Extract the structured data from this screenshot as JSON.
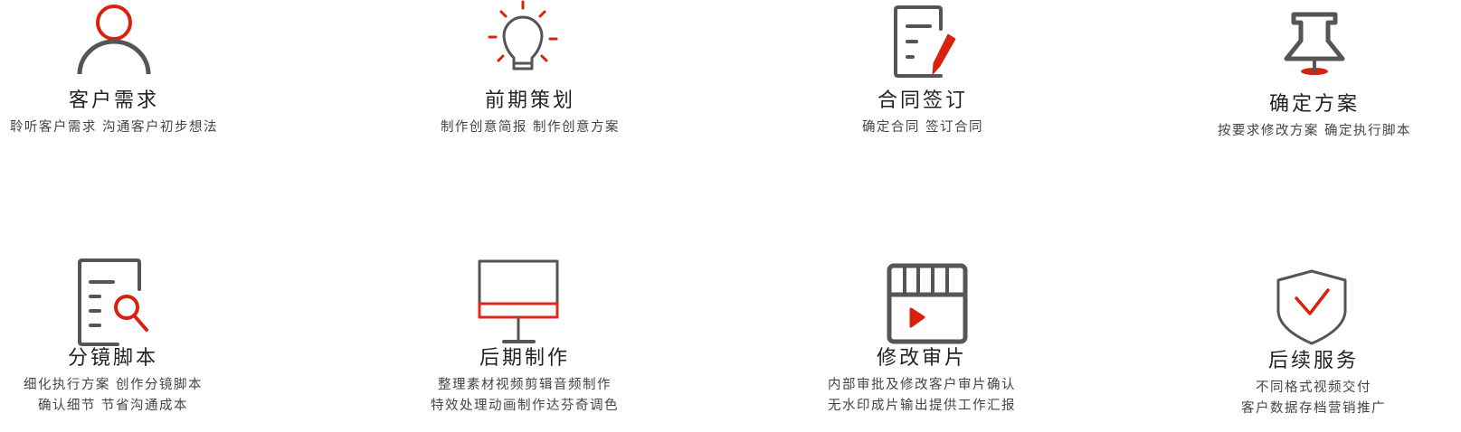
{
  "colors": {
    "accent": "#d9210f",
    "icon_gray": "#555555",
    "title": "#222222",
    "text": "#444444"
  },
  "steps": [
    {
      "icon": "user-icon",
      "title": "客户需求",
      "lines": [
        "聆听客户需求  沟通客户初步想法"
      ]
    },
    {
      "icon": "lightbulb-icon",
      "title": "前期策划",
      "lines": [
        "制作创意简报  制作创意方案"
      ]
    },
    {
      "icon": "contract-sign-icon",
      "title": "合同签订",
      "lines": [
        "确定合同  签订合同"
      ]
    },
    {
      "icon": "pushpin-icon",
      "title": "确定方案",
      "lines": [
        "按要求修改方案 确定执行脚本"
      ]
    },
    {
      "icon": "document-search-icon",
      "title": "分镜脚本",
      "lines": [
        "细化执行方案  创作分镜脚本",
        "确认细节  节省沟通成本"
      ]
    },
    {
      "icon": "monitor-icon",
      "title": "后期制作",
      "lines": [
        "整理素材视频剪辑音频制作",
        "特效处理动画制作达芬奇调色"
      ]
    },
    {
      "icon": "video-clapper-icon",
      "title": "修改审片",
      "lines": [
        "内部审批及修改客户审片确认",
        "无水印成片输出提供工作汇报"
      ]
    },
    {
      "icon": "shield-check-icon",
      "title": "后续服务",
      "lines": [
        "不同格式视频交付",
        "客户数据存档营销推广"
      ]
    }
  ]
}
